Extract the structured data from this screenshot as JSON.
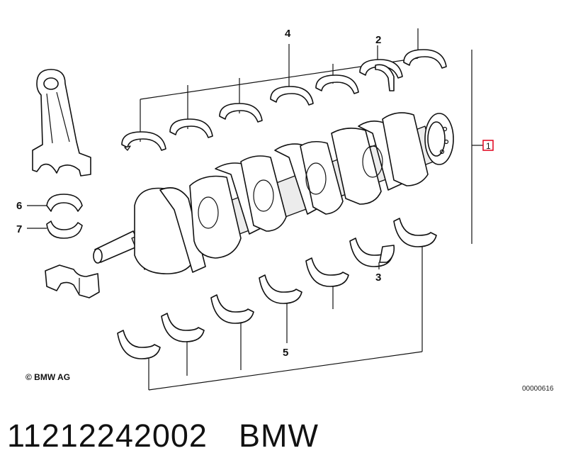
{
  "diagram": {
    "callouts": {
      "c1": "1",
      "c2": "2",
      "c3": "3",
      "c4": "4",
      "c5": "5",
      "c6": "6",
      "c7": "7"
    },
    "copyright": "© BMW AG",
    "drawing_id": "00000616",
    "highlight_color": "#e0001b"
  },
  "footer": {
    "part_number": "11212242002",
    "brand": "BMW"
  }
}
